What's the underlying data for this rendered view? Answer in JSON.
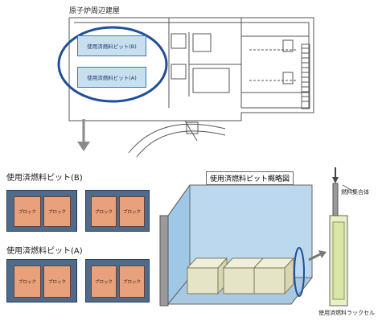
{
  "building_title": "原子炉周辺建屋",
  "pit_b_box": "使用済燃料ピット(B)",
  "pit_a_box": "使用済燃料ピット(A)",
  "pit_b_heading": "使用済燃料ピット(B)",
  "pit_a_heading": "使用済燃料ピット(A)",
  "block_label": "ブロック",
  "overview_title": "使用済燃料ピット概略図",
  "fuel_assembly_label": "燃料集合体",
  "rack_cell_label": "使用済燃料ラックセル"
}
